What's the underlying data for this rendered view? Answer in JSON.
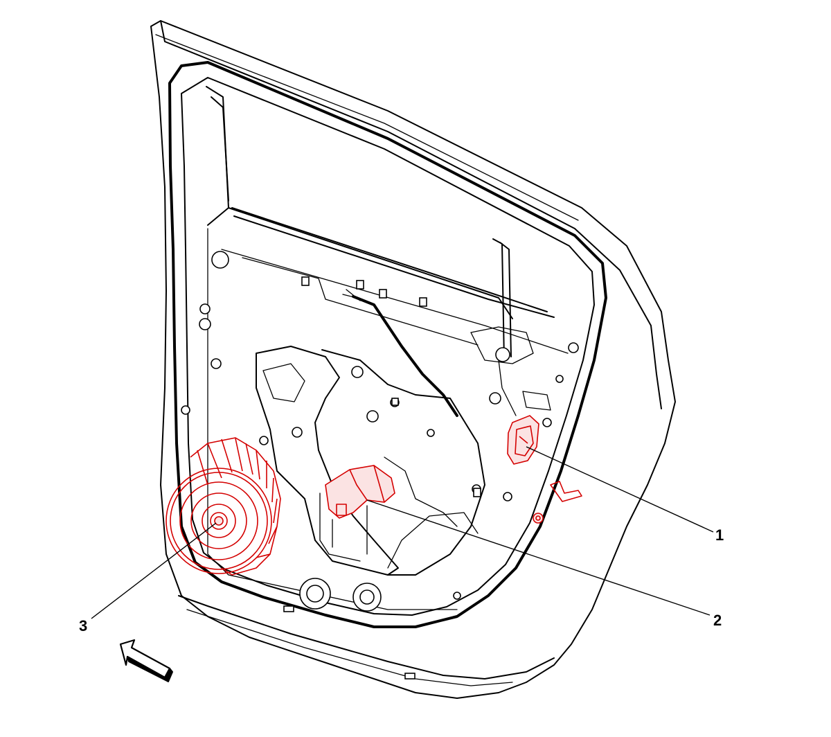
{
  "diagram": {
    "callouts": [
      {
        "id": "1",
        "label": "1"
      },
      {
        "id": "2",
        "label": "2"
      },
      {
        "id": "3",
        "label": "3"
      }
    ],
    "highlight_color": "#d40000",
    "line_color": "#000000",
    "icons": [
      "view-direction-arrow-icon"
    ]
  }
}
